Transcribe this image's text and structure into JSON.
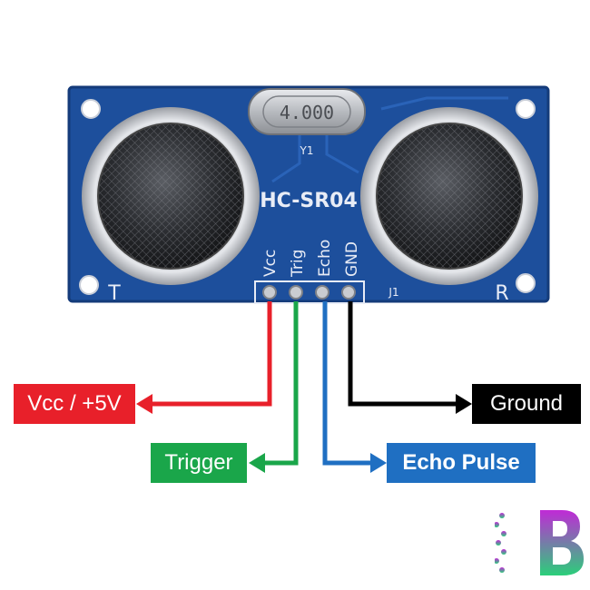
{
  "module": {
    "name": "HC-SR04",
    "crystal_label": "4.000",
    "crystal_ref": "Y1",
    "header_ref": "J1",
    "transmitter_mark": "T",
    "receiver_mark": "R",
    "pins": [
      "Vcc",
      "Trig",
      "Echo",
      "GND"
    ]
  },
  "connections": [
    {
      "pin": "Vcc",
      "label": "Vcc / +5V",
      "color": "#e8202a",
      "direction": "left"
    },
    {
      "pin": "Trig",
      "label": "Trigger",
      "color": "#1aa64a",
      "direction": "left"
    },
    {
      "pin": "Echo",
      "label": "Echo Pulse",
      "color": "#1f6fc2",
      "direction": "right"
    },
    {
      "pin": "GND",
      "label": "Ground",
      "color": "#000000",
      "direction": "right"
    }
  ],
  "colors": {
    "pcb": "#1d4f9c",
    "pcb_dark": "#143b7a",
    "vcc": "#e8202a",
    "trigger": "#1aa64a",
    "echo": "#1f6fc2",
    "ground": "#000000",
    "logo_top": "#c02ad6",
    "logo_bottom": "#2bcf7a"
  },
  "logo": {
    "icon": "b-circuit-logo-icon"
  }
}
